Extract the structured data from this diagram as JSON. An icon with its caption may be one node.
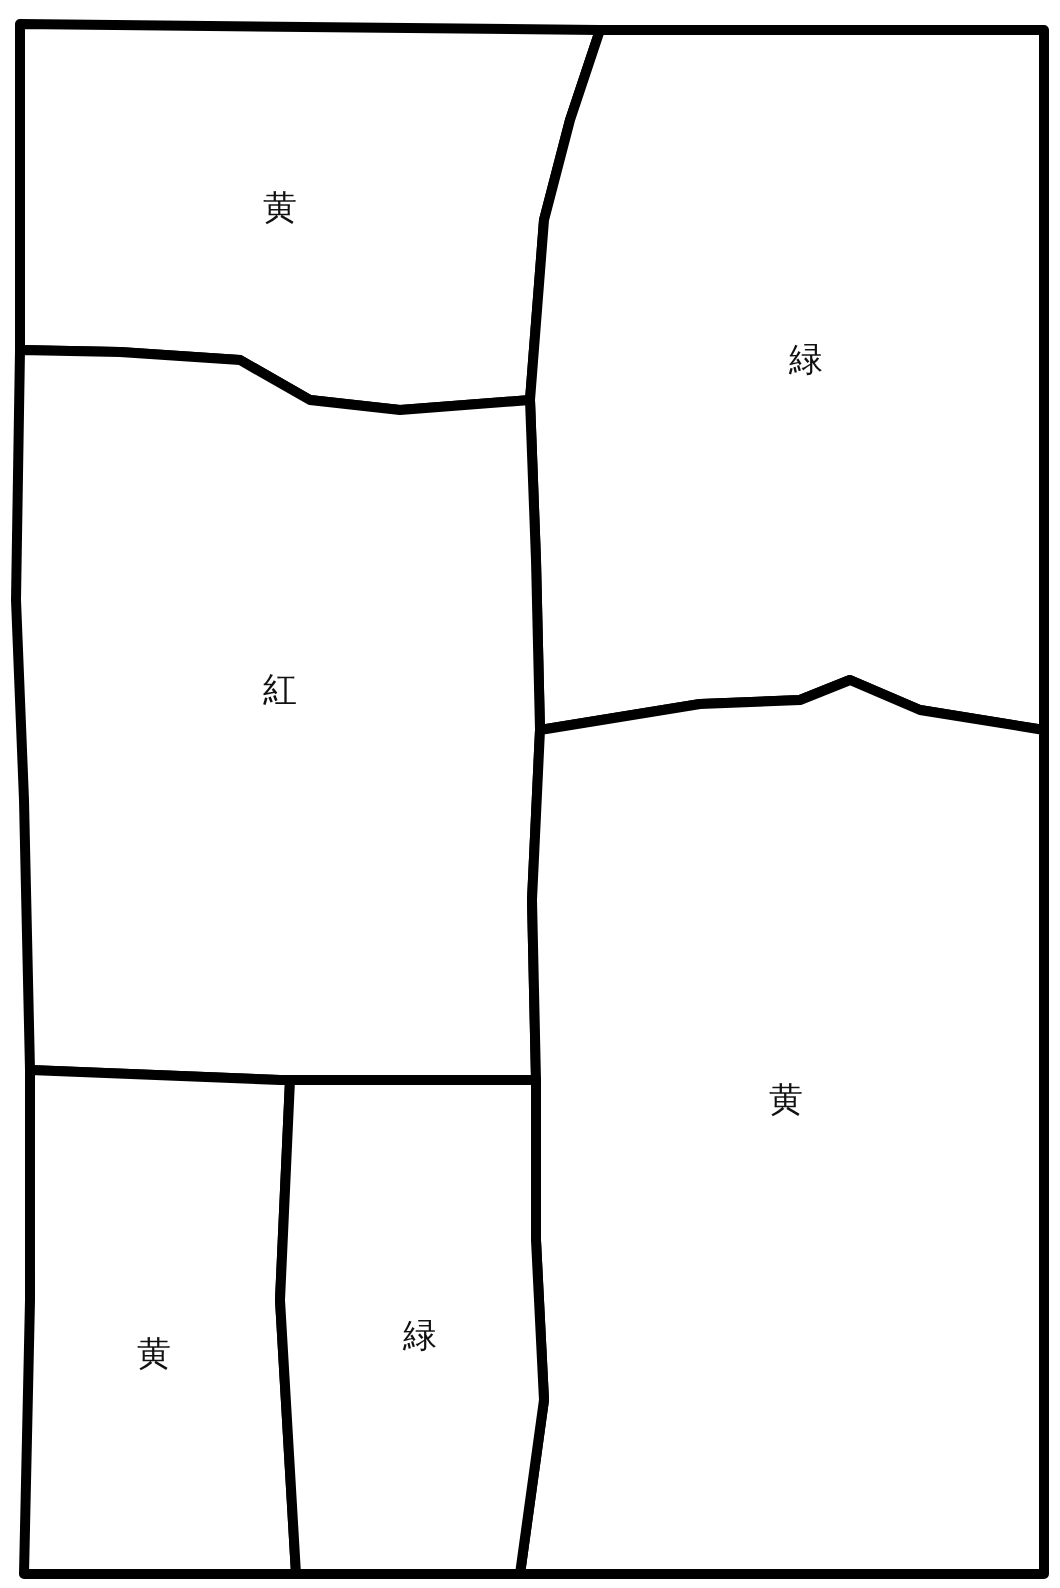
{
  "diagram": {
    "nodes": [
      {
        "text": [
          "黄"
        ]
      },
      {
        "text": [
          "緑"
        ]
      },
      {
        "text": [
          "紅"
        ]
      },
      {
        "text": [
          "黄"
        ]
      },
      {
        "text": [
          "黄"
        ]
      },
      {
        "text": [
          "緑"
        ]
      }
    ]
  }
}
